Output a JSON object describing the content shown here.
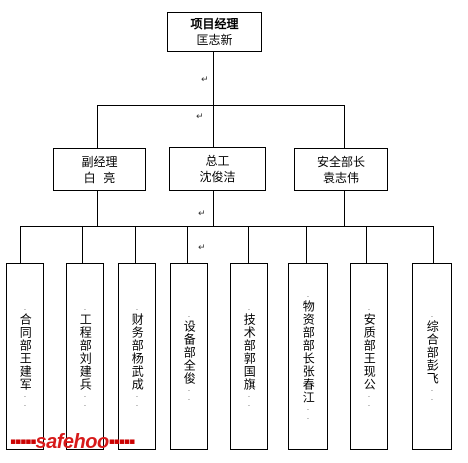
{
  "top": {
    "line1": "项目经理",
    "line2": "匡志新"
  },
  "deputies": [
    {
      "line1": "副经理",
      "line2": "白  亮"
    },
    {
      "line1": "总工",
      "line2": "沈俊洁"
    },
    {
      "line1": "安全部长",
      "line2": "袁志伟"
    }
  ],
  "departments": [
    {
      "text": "合同部王建军"
    },
    {
      "text": "工程部刘建兵"
    },
    {
      "text": "财务部杨武成"
    },
    {
      "text": "设备部全俊"
    },
    {
      "text": "技术部郭国旗"
    },
    {
      "text": "物资部部长张春江"
    },
    {
      "text": "安质部王现公"
    },
    {
      "text": "综合部彭飞"
    }
  ],
  "marks": {
    "para": "↵",
    "dot": "."
  },
  "watermark": {
    "dots_left": "▪▪▪▪▪",
    "text": "safehoo",
    "dots_right": "▪▪▪▪▪"
  }
}
